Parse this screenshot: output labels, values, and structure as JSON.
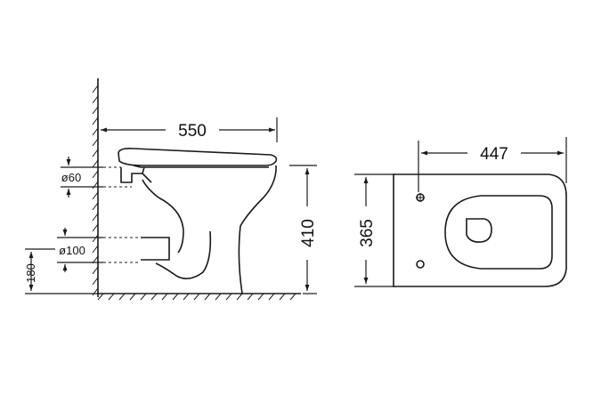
{
  "colors": {
    "line": "#1a1a1a",
    "background": "#ffffff"
  },
  "dimensions": {
    "length": "550",
    "height": "410",
    "inlet_diameter": "ø60",
    "outlet_diameter": "ø100",
    "outlet_height": "180",
    "top_width": "447",
    "top_depth": "365"
  }
}
